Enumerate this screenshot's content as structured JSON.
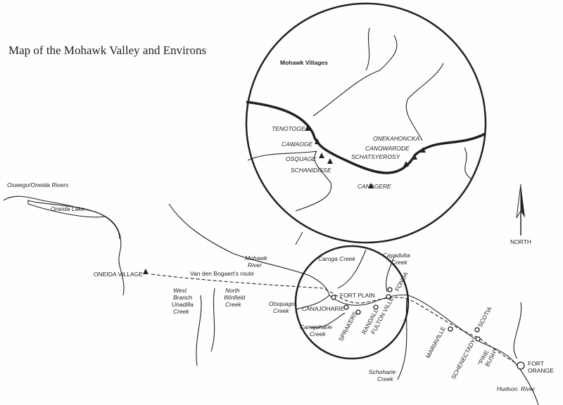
{
  "title": "Map of the Mohawk Valley and Environs",
  "inset": {
    "heading": "Mohawk Villages",
    "villages": [
      "TENOTOGE",
      "CAWAOGE",
      "OSQUAGE",
      "SCHANIDISSE",
      "CANAGERE",
      "SCHATSYEROSY",
      "CANOWARODE",
      "ONEKAHONCKA"
    ]
  },
  "labels": {
    "oswego": "Oswego/Oneida Rivers",
    "oneida_lake": "Oneida Lake",
    "oneida_village": "ONEIDA VILLAGE",
    "route": "Van den Bogaert's route",
    "mohawk1": "Mohawk",
    "mohawk2": "River",
    "wb1": "West",
    "wb2": "Branch",
    "wb3": "Unadilla",
    "wb4": "Creek",
    "nw1": "North",
    "nw2": "Winfield",
    "nw3": "Creek",
    "ots1": "Otsquago",
    "ots2": "Creek",
    "caroga": "Caroga Creek",
    "cay1": "Cayadutta",
    "cay2": "Creek",
    "fort_plain": "FORT PLAIN",
    "canajoharie": "CANAJOHARIE",
    "can1": "Canajoharie",
    "can2": "Creek",
    "sprakers": "SPRAKERS",
    "randall": "RANDALL",
    "fultonville": "FULTON VILLE",
    "fonda": "FONDA",
    "mariaville": "MARIAVILLE",
    "schenectady": "SCHENECTADY",
    "pine1": "\"PINE",
    "pine2": "BUSH\"",
    "scotia": "SCOTIA",
    "fort_orange1": "FORT",
    "fort_orange2": "ORANGE",
    "sch1": "Schoharie",
    "sch2": "Creek",
    "hudson1": "Hudson",
    "hudson2": "River",
    "north": "NORTH"
  }
}
